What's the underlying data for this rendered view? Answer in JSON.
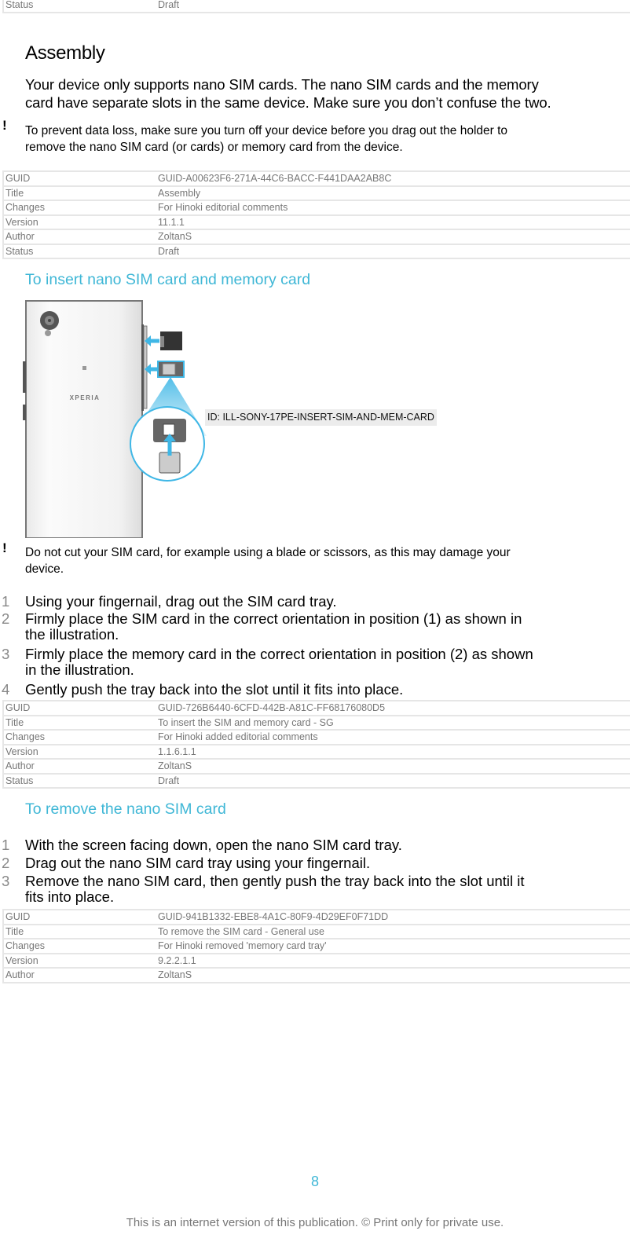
{
  "top_table": {
    "rows": [
      {
        "key": "Status",
        "value": "Draft"
      }
    ]
  },
  "assembly": {
    "heading": "Assembly",
    "intro_line1": "Your device only supports nano SIM cards. The nano SIM cards and the memory",
    "intro_line2": "card have separate slots in the same device. Make sure you don’t confuse the two.",
    "note_icon": "!",
    "note_line1": "To prevent data loss, make sure you turn off your device before you drag out the holder to",
    "note_line2": "remove the nano SIM card (or cards) or memory card from the device.",
    "meta": [
      {
        "key": "GUID",
        "value": "GUID-A00623F6-271A-44C6-BACC-F441DAA2AB8C"
      },
      {
        "key": "Title",
        "value": "Assembly"
      },
      {
        "key": "Changes",
        "value": "For Hinoki editorial comments"
      },
      {
        "key": "Version",
        "value": "11.1.1"
      },
      {
        "key": "Author",
        "value": "ZoltanS"
      },
      {
        "key": "Status",
        "value": "Draft"
      }
    ]
  },
  "insert_section": {
    "heading": "To insert nano SIM card and memory card",
    "illustration": {
      "label": "XPERIA",
      "id_tag": "ID: ILL-SONY-17PE-INSERT-SIM-AND-MEM-CARD",
      "accent_color": "#3fb7e6"
    },
    "note_icon": "!",
    "note_line1": "Do not cut your SIM card, for example using a blade or scissors, as this may damage your",
    "note_line2": "device.",
    "steps": [
      {
        "num": "1",
        "line1": "Using your fingernail, drag out the SIM card tray.",
        "line2": ""
      },
      {
        "num": "2",
        "line1": "Firmly place the SIM card in the correct orientation in position (1) as shown in",
        "line2": "the illustration."
      },
      {
        "num": "3",
        "line1": "Firmly place the memory card in the correct orientation in position (2) as shown",
        "line2": "in the illustration."
      },
      {
        "num": "4",
        "line1": "Gently push the tray back into the slot until it fits into place.",
        "line2": ""
      }
    ],
    "meta": [
      {
        "key": "GUID",
        "value": "GUID-726B6440-6CFD-442B-A81C-FF68176080D5"
      },
      {
        "key": "Title",
        "value": "To insert the SIM and memory card - SG"
      },
      {
        "key": "Changes",
        "value": "For Hinoki added editorial comments"
      },
      {
        "key": "Version",
        "value": "1.1.6.1.1"
      },
      {
        "key": "Author",
        "value": "ZoltanS"
      },
      {
        "key": "Status",
        "value": "Draft"
      }
    ]
  },
  "remove_section": {
    "heading": "To remove the nano SIM card",
    "steps": [
      {
        "num": "1",
        "line1": "With the screen facing down, open the nano SIM card tray.",
        "line2": ""
      },
      {
        "num": "2",
        "line1": "Drag out the nano SIM card tray using your fingernail.",
        "line2": ""
      },
      {
        "num": "3",
        "line1": "Remove the nano SIM card, then gently push the tray back into the slot until it",
        "line2": "fits into place."
      }
    ],
    "meta": [
      {
        "key": "GUID",
        "value": "GUID-941B1332-EBE8-4A1C-80F9-4D29EF0F71DD"
      },
      {
        "key": "Title",
        "value": "To remove the SIM card - General use"
      },
      {
        "key": "Changes",
        "value": "For Hinoki removed 'memory card tray'"
      },
      {
        "key": "Version",
        "value": "9.2.2.1.1"
      },
      {
        "key": "Author",
        "value": "ZoltanS"
      }
    ]
  },
  "footer": {
    "page_number": "8",
    "notice": "This is an internet version of this publication. © Print only for private use."
  },
  "colors": {
    "accent": "#3fb7d6",
    "table_border": "#e6e6e6",
    "meta_text": "#777777"
  }
}
